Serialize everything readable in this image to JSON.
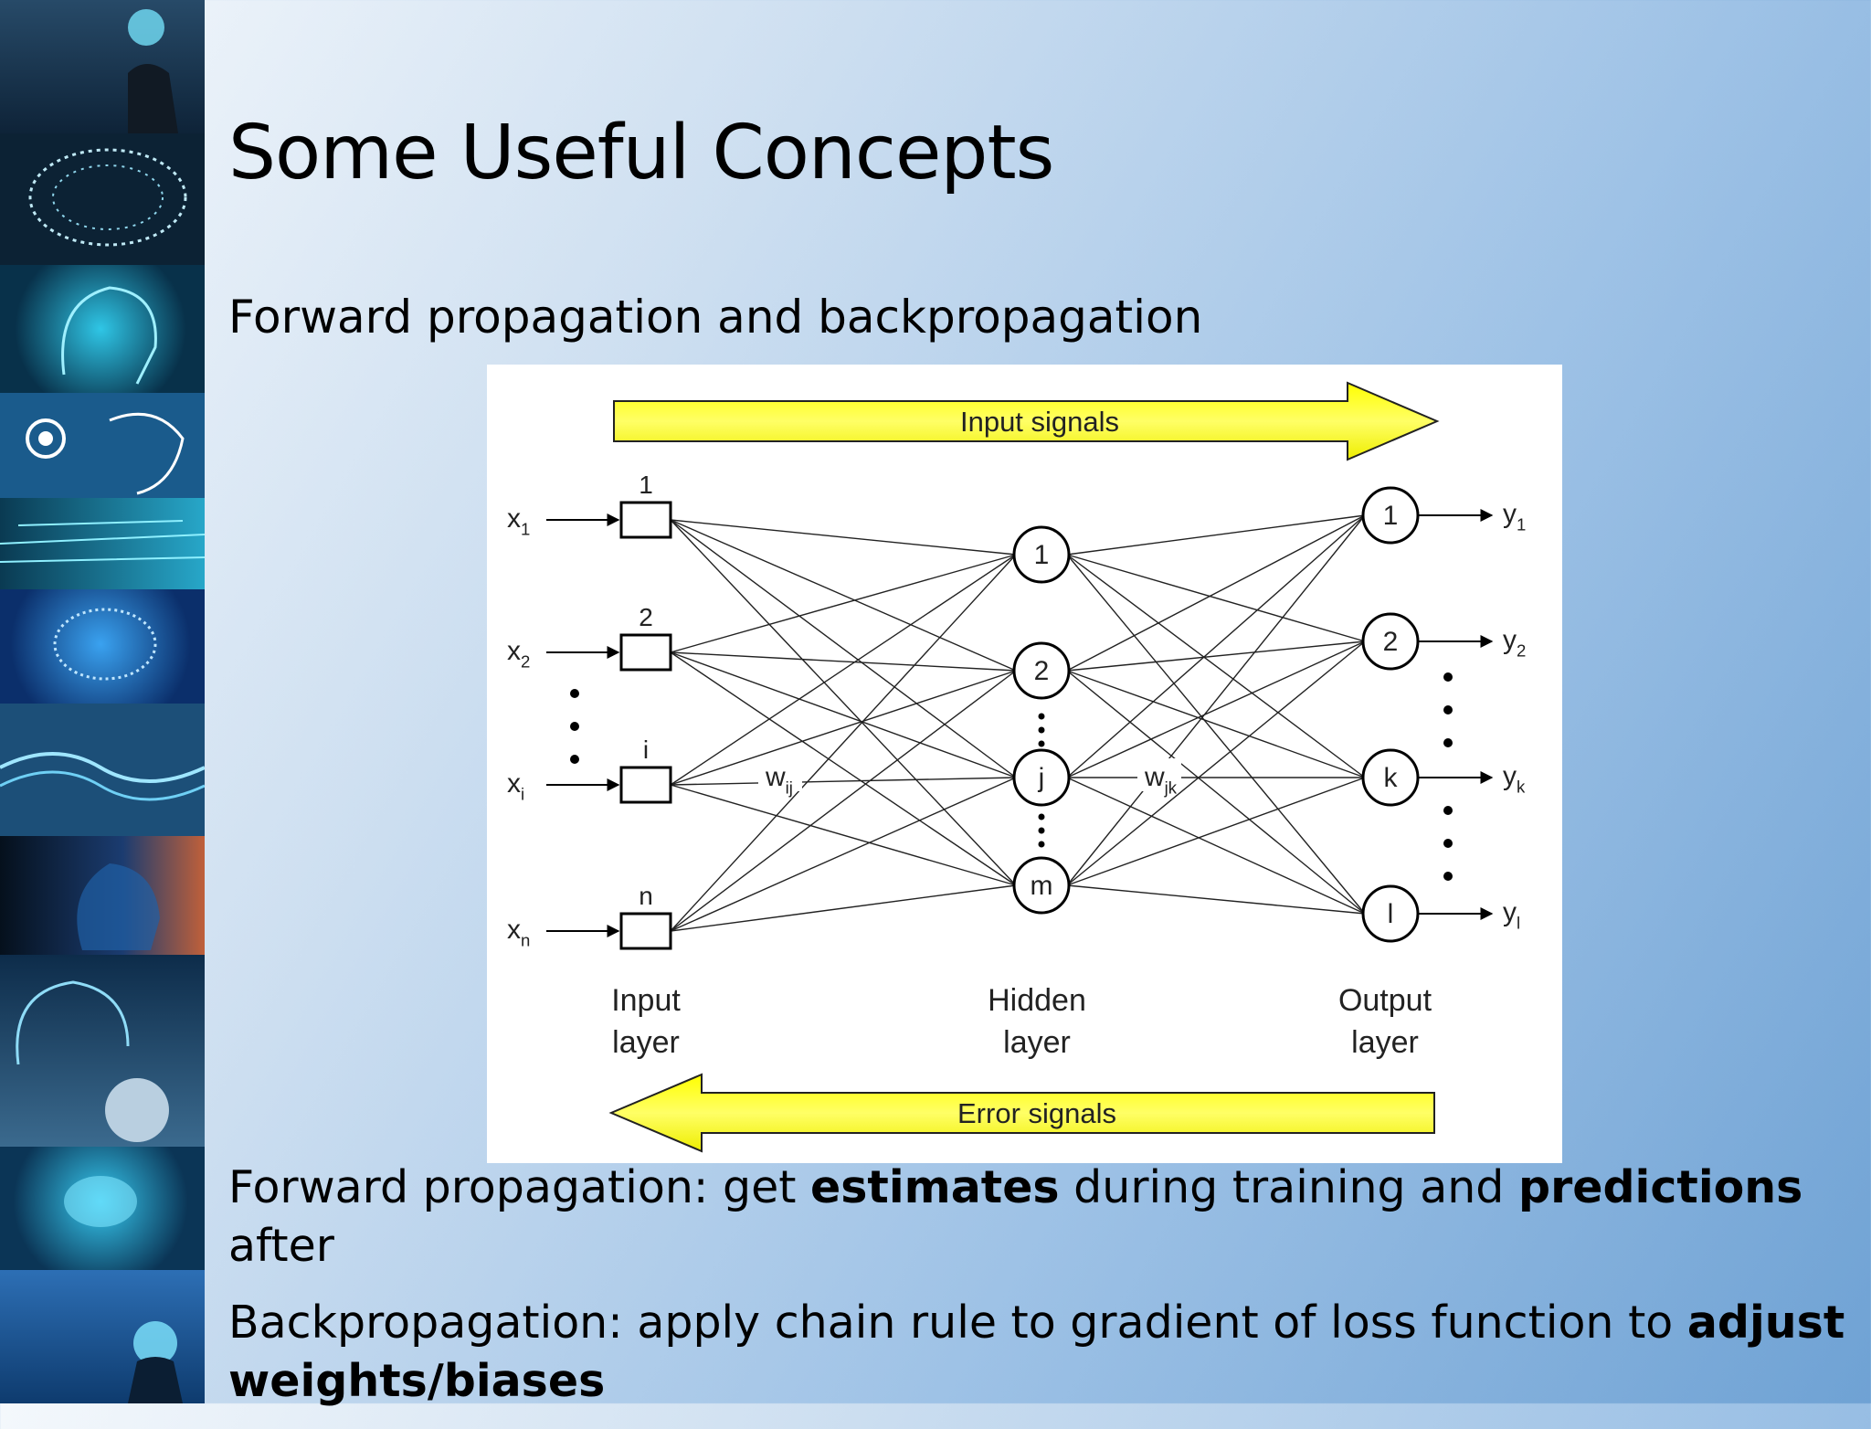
{
  "slide": {
    "title": "Some Useful Concepts",
    "subtitle": "Forward propagation and backpropagation"
  },
  "diagram": {
    "top_arrow": "Input signals",
    "bottom_arrow": "Error signals",
    "inputs": [
      {
        "var": "x",
        "sub": "1",
        "node": "1"
      },
      {
        "var": "x",
        "sub": "2",
        "node": "2"
      },
      {
        "var": "x",
        "sub": "i",
        "node": "i"
      },
      {
        "var": "x",
        "sub": "n",
        "node": "n"
      }
    ],
    "hidden_nodes": [
      "1",
      "2",
      "j",
      "m"
    ],
    "output_nodes": [
      "1",
      "2",
      "k",
      "l"
    ],
    "outputs": [
      {
        "var": "y",
        "sub": "1"
      },
      {
        "var": "y",
        "sub": "2"
      },
      {
        "var": "y",
        "sub": "k"
      },
      {
        "var": "y",
        "sub": "l"
      }
    ],
    "weight_ij": {
      "var": "w",
      "sub": "ij"
    },
    "weight_jk": {
      "var": "w",
      "sub": "jk"
    },
    "layer_labels": {
      "input": [
        "Input",
        "layer"
      ],
      "hidden": [
        "Hidden",
        "layer"
      ],
      "output": [
        "Output",
        "layer"
      ]
    }
  },
  "bullets": [
    {
      "parts": [
        {
          "text": "Forward propagation: get ",
          "bold": false
        },
        {
          "text": "estimates",
          "bold": true
        },
        {
          "text": " during training and ",
          "bold": false
        },
        {
          "text": "predictions",
          "bold": true
        },
        {
          "text": " after",
          "bold": false
        }
      ]
    },
    {
      "parts": [
        {
          "text": "Backpropagation: apply chain rule to gradient of loss function to ",
          "bold": false
        },
        {
          "text": "adjust weights/biases",
          "bold": true
        }
      ]
    }
  ],
  "colors": {
    "arrow_fill": "#ffff00",
    "sidebar_accent": "#3fd4f0"
  }
}
